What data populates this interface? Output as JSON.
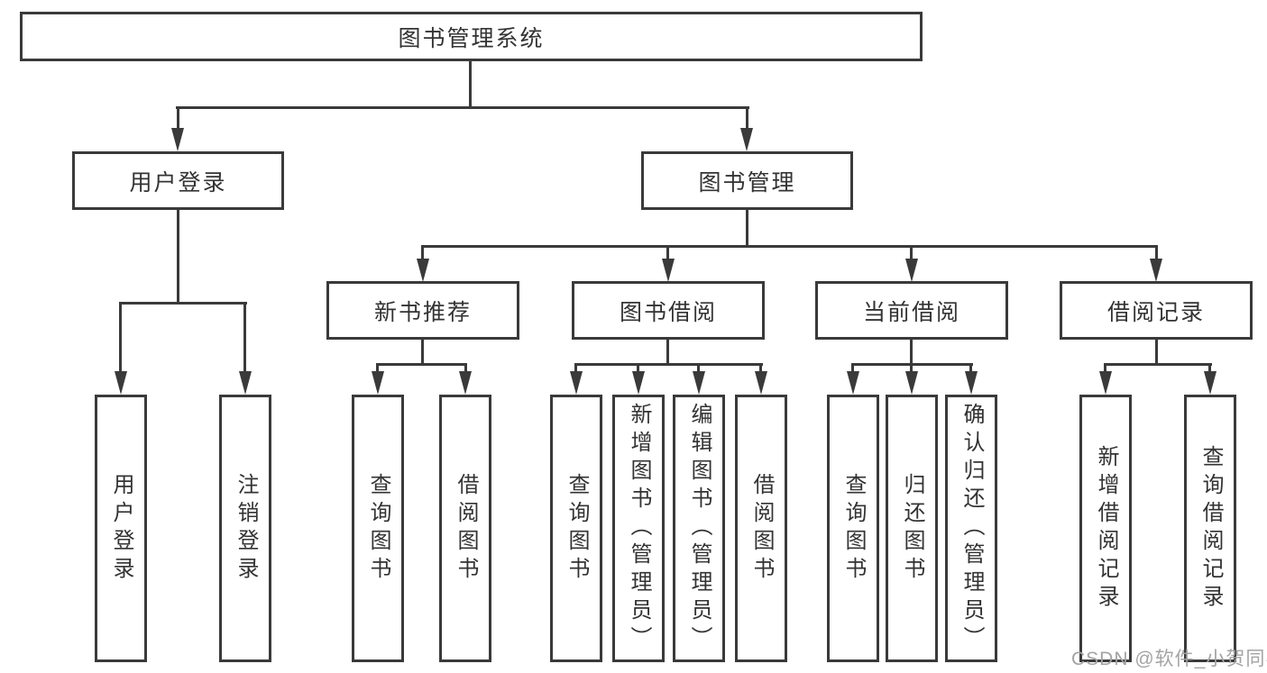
{
  "diagram": {
    "title": "图书管理系统",
    "nodes": {
      "root": "图书管理系统",
      "user_login": "用户登录",
      "book_mgmt": "图书管理",
      "new_book": "新书推荐",
      "book_borrow": "图书借阅",
      "current_borrow": "当前借阅",
      "borrow_record": "借阅记录",
      "user_children": [
        "用户登录",
        "注销登录"
      ],
      "new_book_children": [
        "查询图书",
        "借阅图书"
      ],
      "book_borrow_children": [
        "查询图书",
        "新增图书（管理员）",
        "编辑图书（管理员）",
        "借阅图书"
      ],
      "current_borrow_children": [
        "查询图书",
        "归还图书",
        "确认归还（管理员）"
      ],
      "borrow_record_children": [
        "新增借阅记录",
        "查询借阅记录"
      ]
    },
    "colors": {
      "line": "#3a3a3a",
      "text": "#333333",
      "watermark": "#a3a3a3",
      "background": "#ffffff"
    },
    "watermark": "CSDN @软件_小贺同学"
  }
}
